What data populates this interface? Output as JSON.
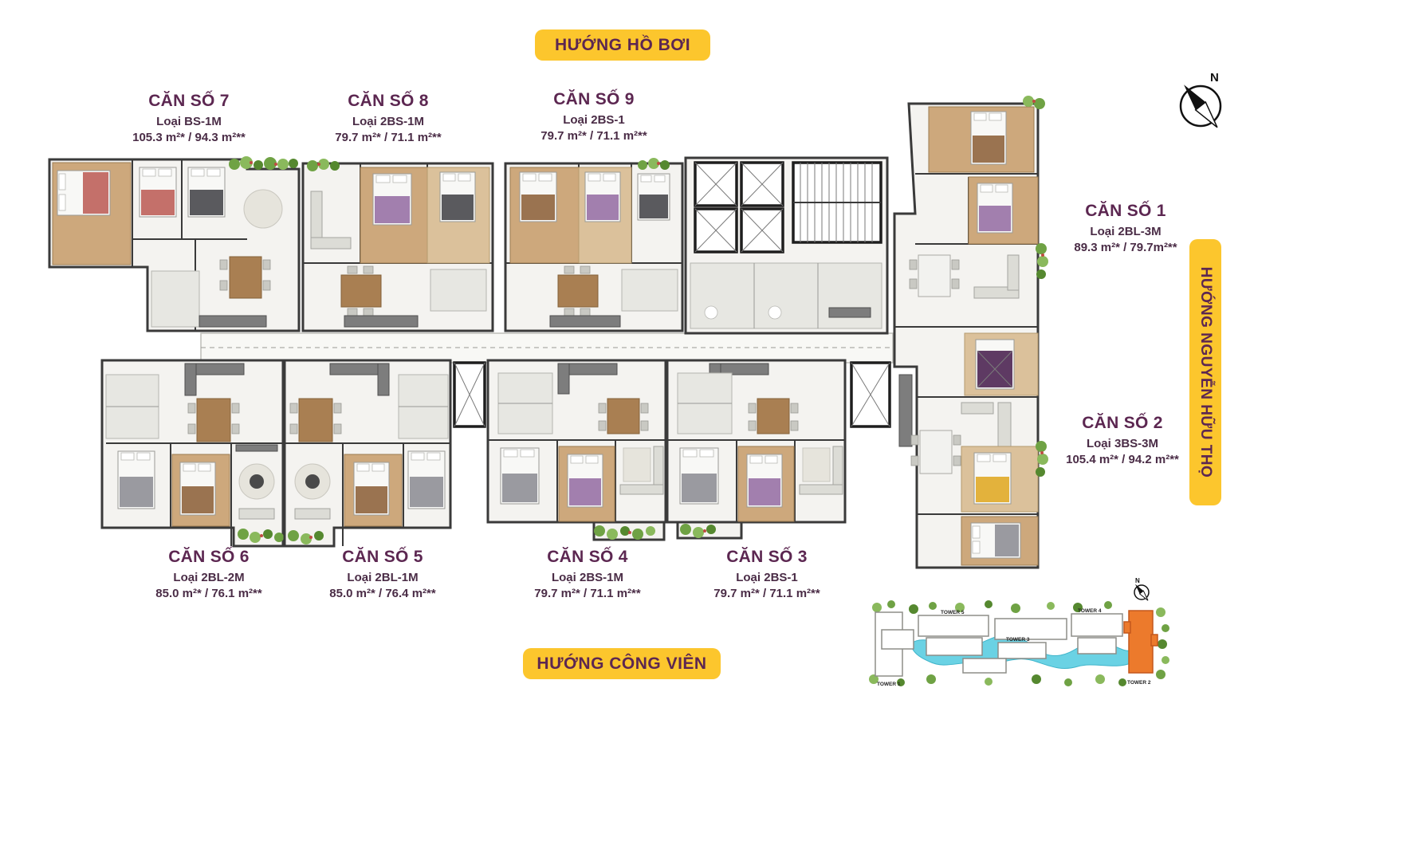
{
  "badges": {
    "top": "HƯỚNG HỒ BƠI",
    "bottom": "HƯỚNG CÔNG VIÊN",
    "right": "HƯỚNG NGUYỄN HỮU THỌ"
  },
  "units": {
    "u7": {
      "name": "CĂN SỐ 7",
      "type": "Loại BS-1M",
      "area": "105.3 m²* / 94.3 m²**"
    },
    "u8": {
      "name": "CĂN SỐ 8",
      "type": "Loại 2BS-1M",
      "area": "79.7 m²* / 71.1 m²**"
    },
    "u9": {
      "name": "CĂN SỐ 9",
      "type": "Loại 2BS-1",
      "area": "79.7 m²* / 71.1 m²**"
    },
    "u1": {
      "name": "CĂN SỐ 1",
      "type": "Loại 2BL-3M",
      "area": "89.3 m²* / 79.7m²**"
    },
    "u2": {
      "name": "CĂN SỐ 2",
      "type": "Loại 3BS-3M",
      "area": "105.4 m²* / 94.2 m²**"
    },
    "u6": {
      "name": "CĂN SỐ 6",
      "type": "Loại 2BL-2M",
      "area": "85.0 m²* / 76.1 m²**"
    },
    "u5": {
      "name": "CĂN SỐ 5",
      "type": "Loại 2BL-1M",
      "area": "85.0 m²* / 76.4 m²**"
    },
    "u4": {
      "name": "CĂN SỐ 4",
      "type": "Loại 2BS-1M",
      "area": "79.7 m²* / 71.1 m²**"
    },
    "u3": {
      "name": "CĂN SỐ 3",
      "type": "Loại 2BS-1",
      "area": "79.7 m²* / 71.1 m²**"
    }
  },
  "compass": {
    "label": "N"
  },
  "site_plan": {
    "compass_label": "N",
    "towers": [
      "TOWER 5",
      "TOWER 3",
      "TOWER 4",
      "TOWER 1",
      "TOWER 2"
    ]
  },
  "colors": {
    "badge_bg": "#fcc62d",
    "badge_text": "#5c2751",
    "unit_name": "#5c2751",
    "wall": "#3a3a3a",
    "wood": "#cda87c",
    "greenery": "#6fa244",
    "water": "#6ad2e4",
    "highlight_tower": "#ec7a2c"
  }
}
